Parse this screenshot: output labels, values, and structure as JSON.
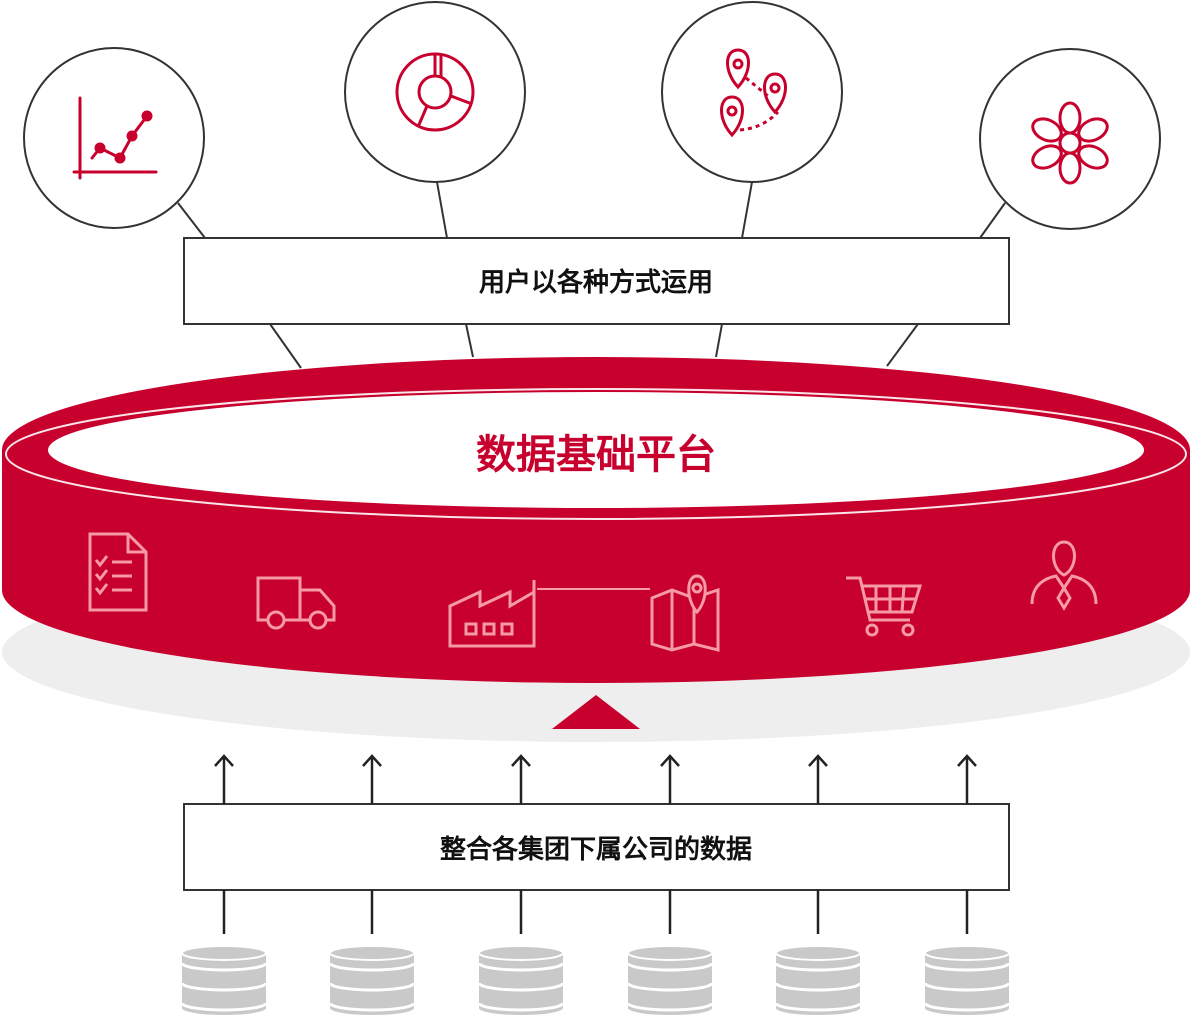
{
  "colors": {
    "accent": "#c8002d",
    "accent_dark": "#a80026",
    "icon_light": "#f59aa6",
    "shadow": "#eeeeee",
    "db_gray": "#c9c9c9",
    "line": "#333333"
  },
  "top_box": {
    "label": "用户以各种方式运用"
  },
  "platform": {
    "label": "数据基础平台"
  },
  "bottom_box": {
    "label": "整合各集团下属公司的数据"
  },
  "usage_icons": [
    {
      "icon": "line-chart-icon"
    },
    {
      "icon": "donut-chart-icon"
    },
    {
      "icon": "map-pins-icon"
    },
    {
      "icon": "network-flower-icon"
    }
  ],
  "domain_icons": [
    {
      "icon": "checklist-document-icon"
    },
    {
      "icon": "truck-icon"
    },
    {
      "icon": "factory-icon"
    },
    {
      "icon": "map-location-icon"
    },
    {
      "icon": "shopping-cart-icon"
    },
    {
      "icon": "person-icon"
    }
  ],
  "data_sources": [
    {
      "icon": "database-icon"
    },
    {
      "icon": "database-icon"
    },
    {
      "icon": "database-icon"
    },
    {
      "icon": "database-icon"
    },
    {
      "icon": "database-icon"
    },
    {
      "icon": "database-icon"
    }
  ]
}
